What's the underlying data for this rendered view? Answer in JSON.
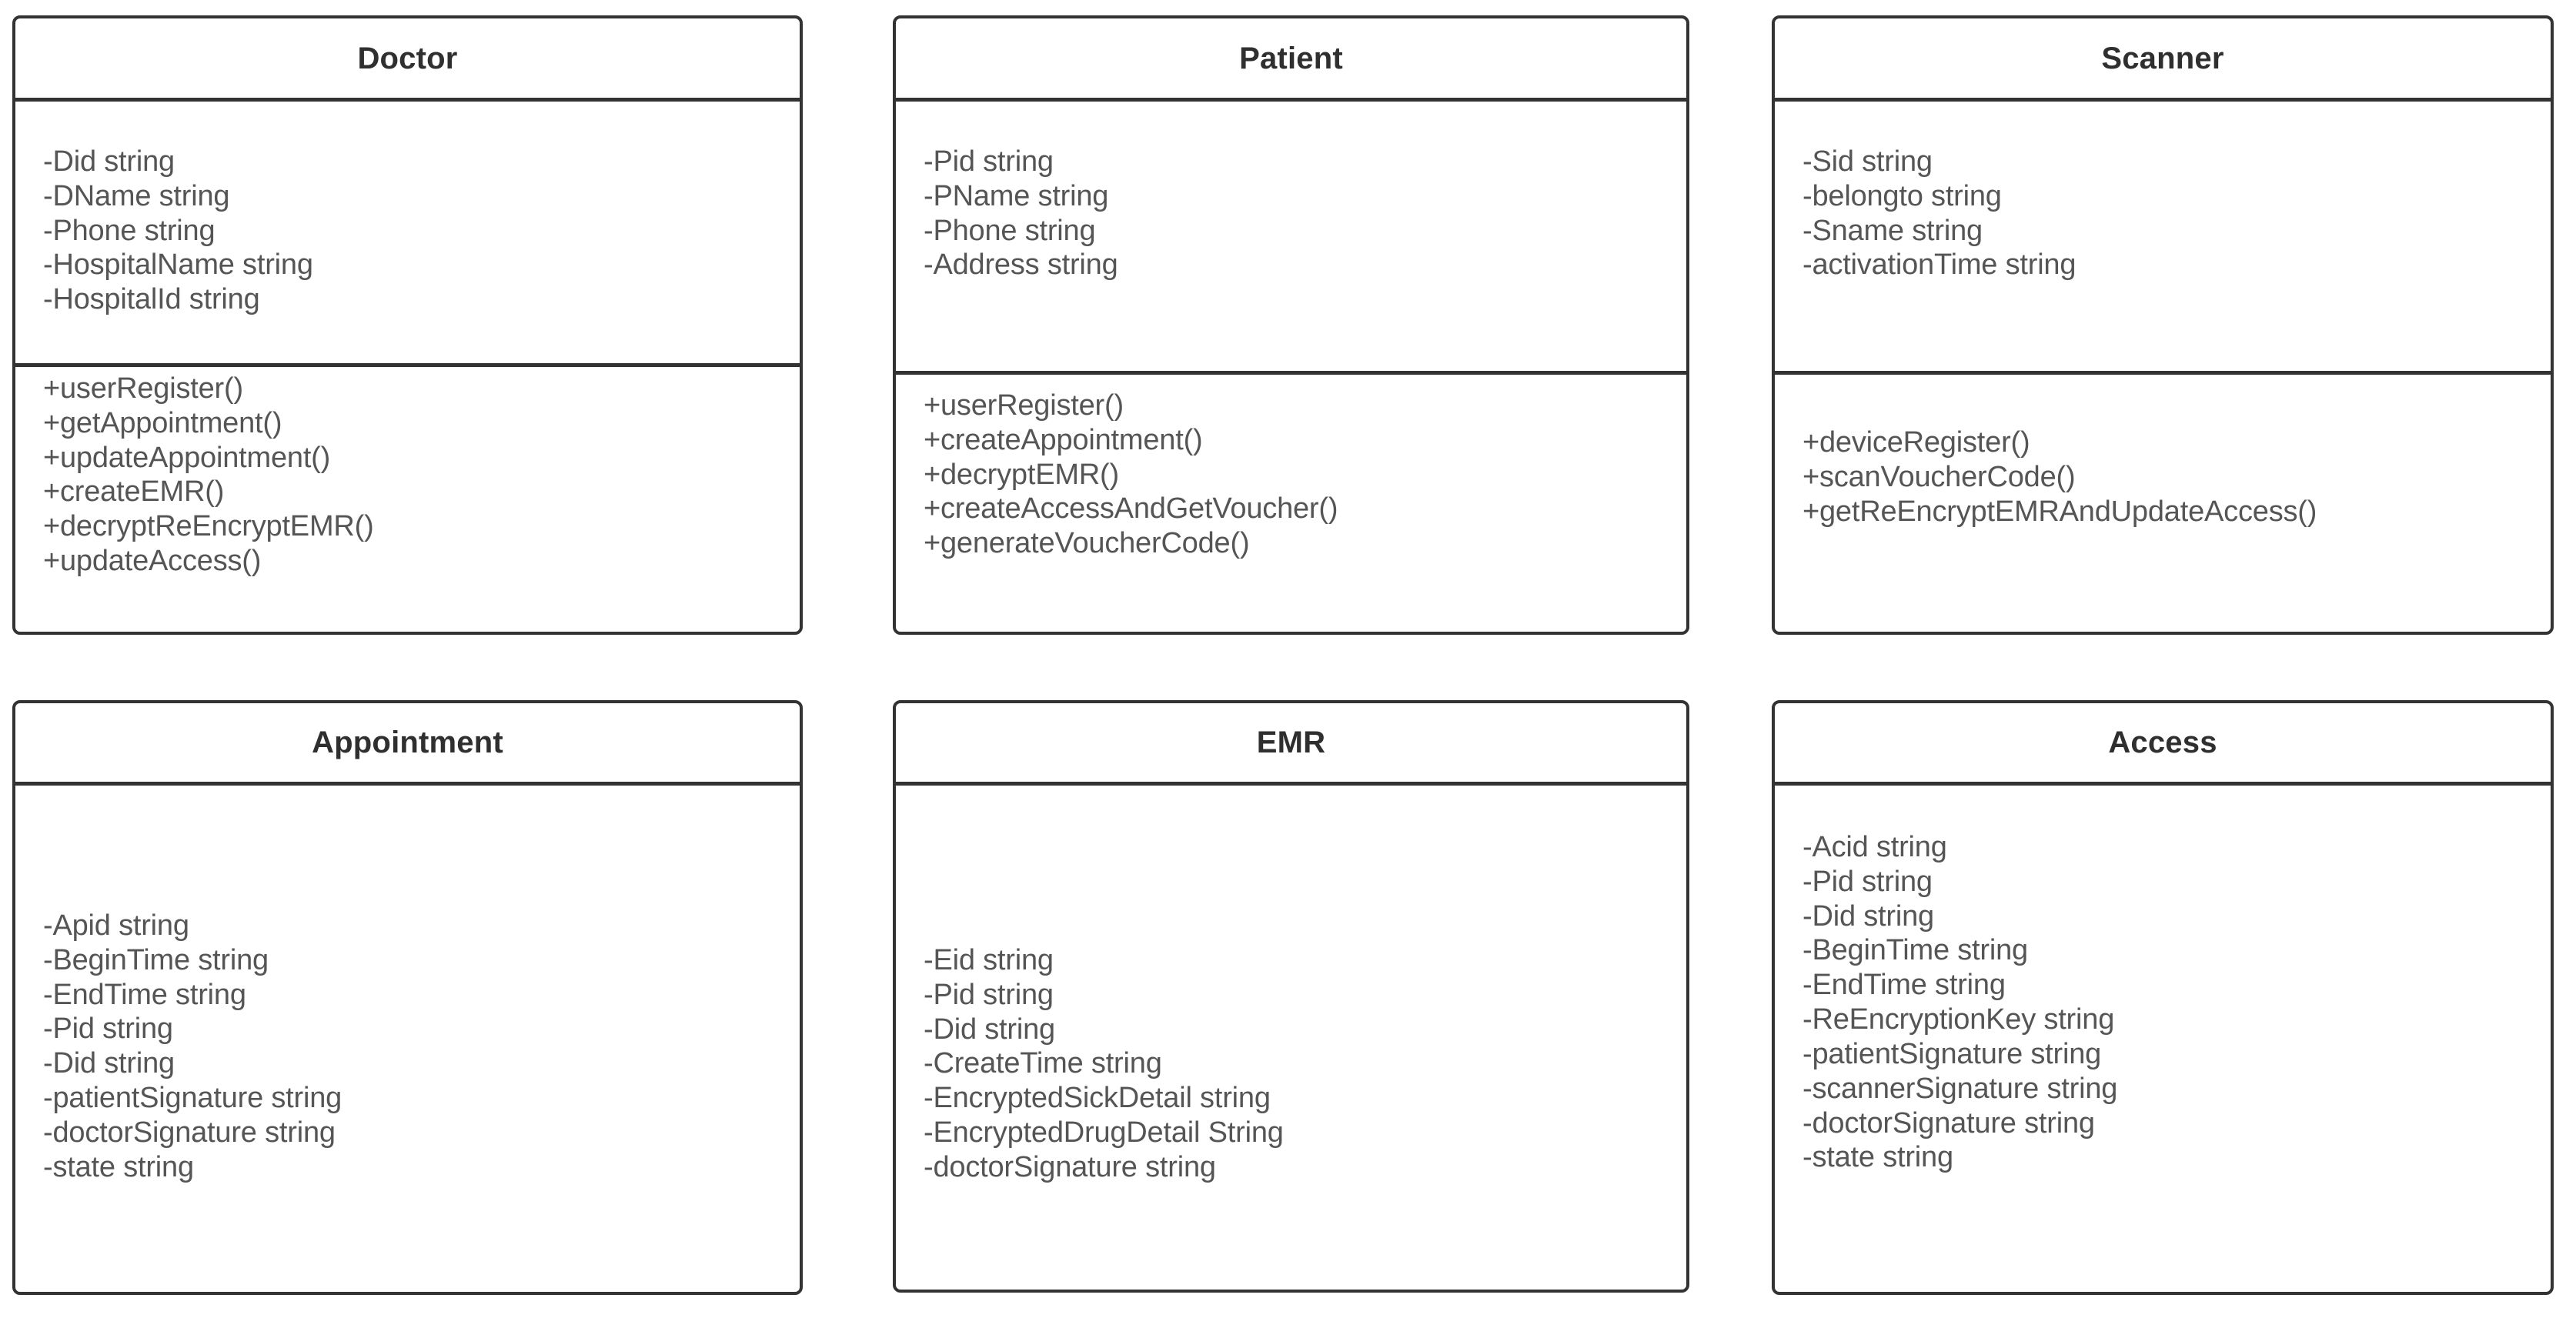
{
  "diagram": {
    "kind": "uml-class-diagram",
    "border_color": "#333333",
    "text_color": "#555555",
    "title_color": "#2f2f2f",
    "background": "#ffffff"
  },
  "classes": [
    {
      "name": "Doctor",
      "attributes": [
        "-Did string",
        "-DName string",
        "-Phone string",
        "-HospitalName string",
        "-HospitalId string"
      ],
      "methods": [
        "+userRegister()",
        "+getAppointment()",
        "+updateAppointment()",
        "+createEMR()",
        "+decryptReEncryptEMR()",
        "+updateAccess()"
      ]
    },
    {
      "name": "Patient",
      "attributes": [
        "-Pid string",
        "-PName string",
        "-Phone string",
        "-Address string"
      ],
      "methods": [
        "+userRegister()",
        "+createAppointment()",
        "+decryptEMR()",
        "+createAccessAndGetVoucher()",
        "+generateVoucherCode()"
      ]
    },
    {
      "name": "Scanner",
      "attributes": [
        "-Sid string",
        "-belongto string",
        "-Sname string",
        "-activationTime string"
      ],
      "methods": [
        "+deviceRegister()",
        "+scanVoucherCode()",
        "+getReEncryptEMRAndUpdateAccess()"
      ]
    },
    {
      "name": "Appointment",
      "attributes": [
        "-Apid string",
        "-BeginTime string",
        "-EndTime string",
        "-Pid string",
        "-Did string",
        "-patientSignature string",
        "-doctorSignature string",
        "-state string"
      ],
      "methods": []
    },
    {
      "name": "EMR",
      "attributes": [
        "-Eid string",
        "-Pid string",
        "-Did string",
        "-CreateTime string",
        "-EncryptedSickDetail string",
        "-EncryptedDrugDetail String",
        "-doctorSignature string"
      ],
      "methods": []
    },
    {
      "name": "Access",
      "attributes": [
        "-Acid string",
        "-Pid string",
        "-Did string",
        "-BeginTime string",
        "-EndTime string",
        "-ReEncryptionKey string",
        "-patientSignature string",
        "-scannerSignature string",
        "-doctorSignature string",
        "-state string"
      ],
      "methods": []
    }
  ]
}
